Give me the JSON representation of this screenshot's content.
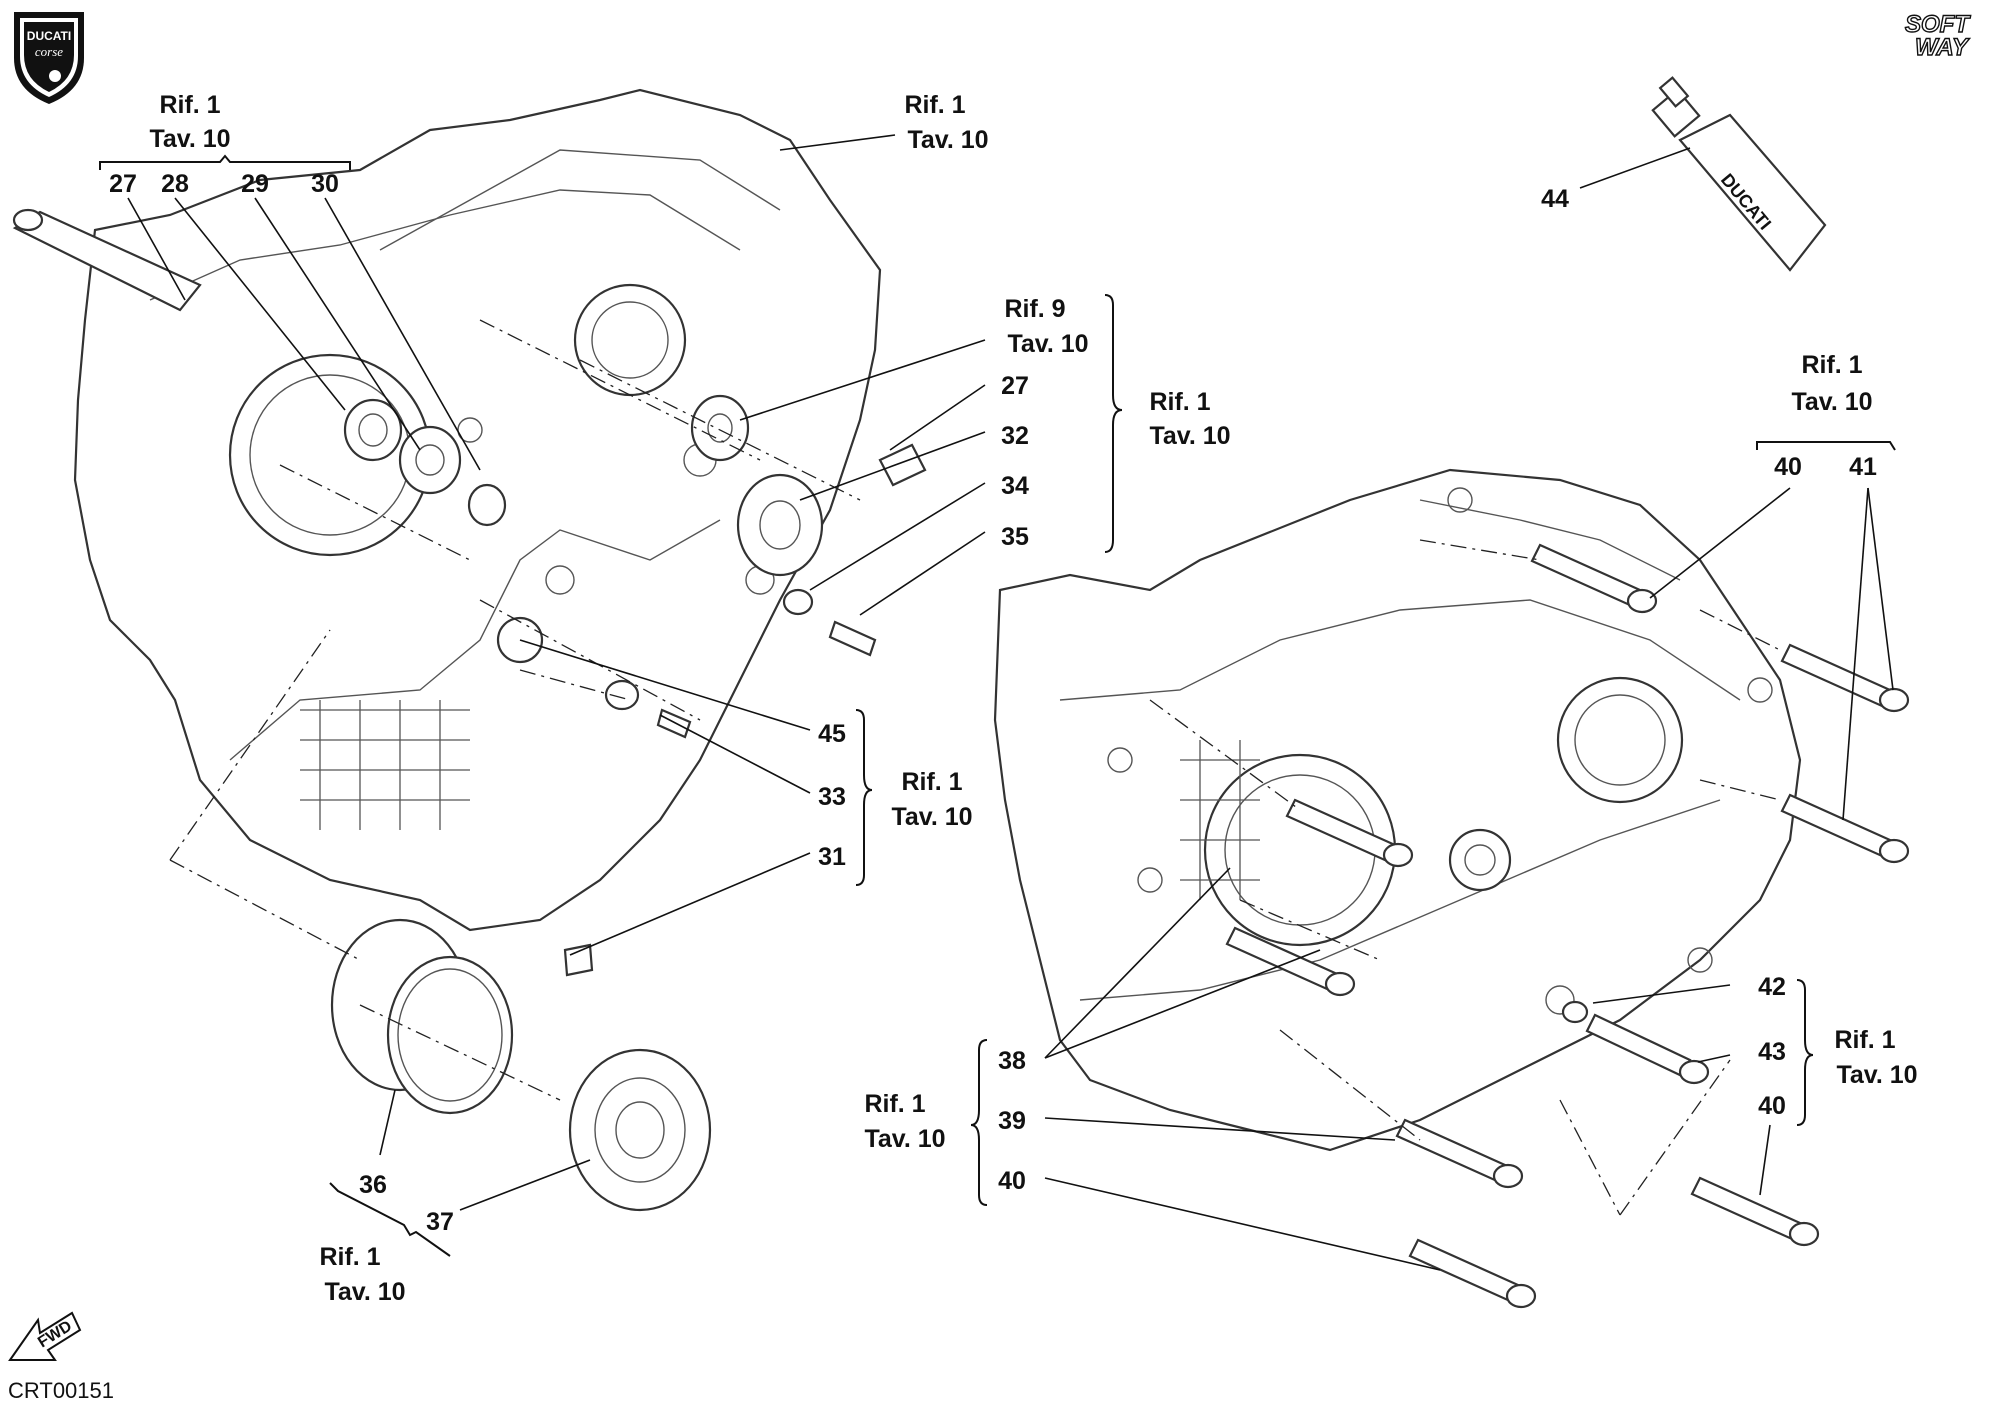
{
  "brand": {
    "logo_text_top": "DUCATI",
    "logo_text_bottom": "corse",
    "softway_top": "SOFT",
    "softway_bottom": "WAY"
  },
  "tube_text": "DUCATI",
  "fwd": "FWD",
  "drawing_code": "CRT00151",
  "refs": {
    "rif1": "Rif. 1",
    "rif9": "Rif. 9",
    "tav10": "Tav. 10"
  },
  "parts": {
    "p27a": "27",
    "p28": "28",
    "p29": "29",
    "p30": "30",
    "p27b": "27",
    "p32": "32",
    "p34": "34",
    "p35": "35",
    "p44": "44",
    "p45": "45",
    "p33": "33",
    "p31": "31",
    "p36": "36",
    "p37": "37",
    "p40a": "40",
    "p41": "41",
    "p38": "38",
    "p39": "39",
    "p40b": "40",
    "p42": "42",
    "p43": "43",
    "p40c": "40"
  }
}
